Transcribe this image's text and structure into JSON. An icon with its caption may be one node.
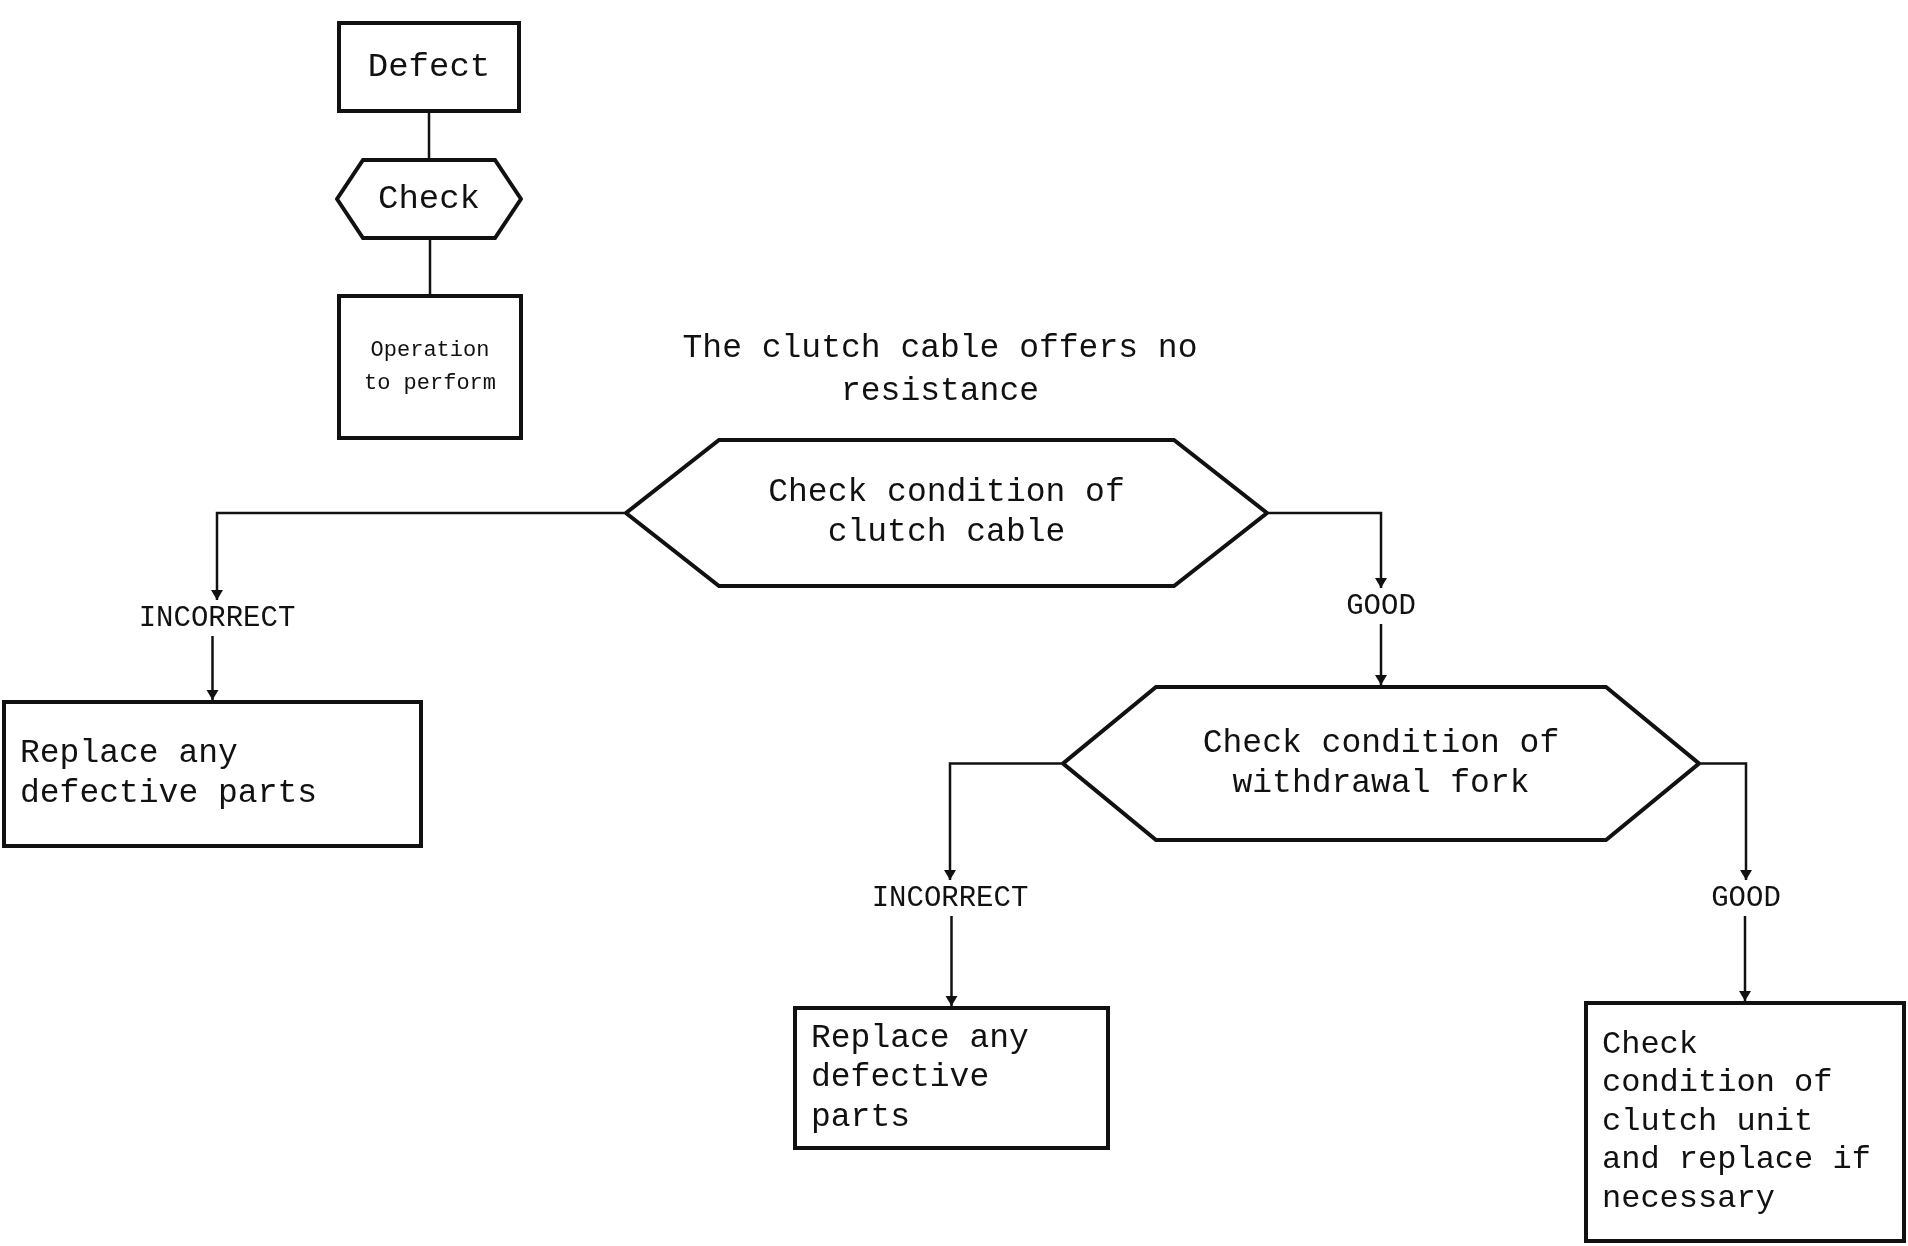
{
  "diagram": {
    "title": "The clutch cable offers no resistance",
    "nodes": [
      {
        "text": [
          "Defect"
        ]
      },
      {
        "text": [
          "Check"
        ]
      },
      {
        "text": [
          "Operation to perform"
        ]
      },
      {
        "text": [
          "Check condition of clutch cable"
        ]
      },
      {
        "text": [
          "INCORRECT"
        ]
      },
      {
        "text": [
          "Replace any defective parts"
        ]
      },
      {
        "text": [
          "GOOD"
        ]
      },
      {
        "text": [
          "Check condition of withdrawal fork"
        ]
      },
      {
        "text": [
          "INCORRECT"
        ]
      },
      {
        "text": [
          "Replace any defective parts"
        ]
      },
      {
        "text": [
          "GOOD"
        ]
      },
      {
        "text": [
          "Check condition of clutch unit and replace if necessary"
        ]
      }
    ],
    "edges": [
      {
        "from": 0,
        "to": 1,
        "arrow": "none"
      },
      {
        "from": 1,
        "to": 2,
        "arrow": "none"
      },
      {
        "from": 3,
        "to": 4,
        "arrow": "to"
      },
      {
        "from": 4,
        "to": 5,
        "arrow": "to"
      },
      {
        "from": 3,
        "to": 6,
        "arrow": "to"
      },
      {
        "from": 6,
        "to": 7,
        "arrow": "to"
      },
      {
        "from": 7,
        "to": 8,
        "arrow": "to"
      },
      {
        "from": 8,
        "to": 9,
        "arrow": "to"
      },
      {
        "from": 7,
        "to": 10,
        "arrow": "to"
      },
      {
        "from": 10,
        "to": 11,
        "arrow": "to"
      }
    ]
  }
}
